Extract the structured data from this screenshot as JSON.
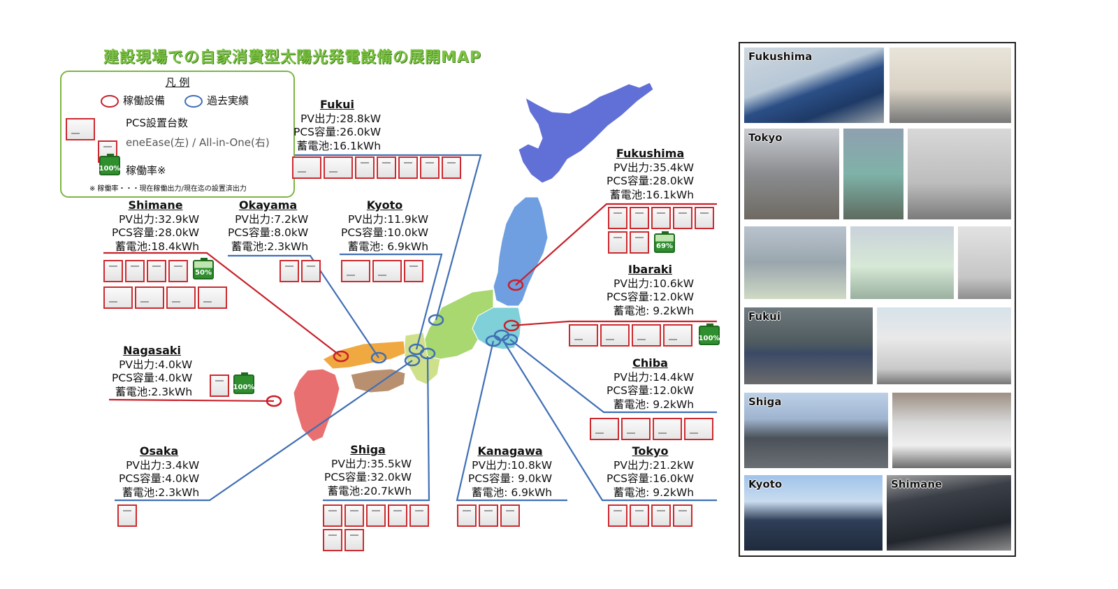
{
  "title": "建設現場での自家消費型太陽光発電設備の展開MAP",
  "legend": {
    "heading": "凡 例",
    "active_label": "稼働設備",
    "past_label": "過去実績",
    "pcs_label": "PCS設置台数",
    "pcs_types": "eneEase(左) / All-in-One(右)",
    "rate_label": "稼働率※",
    "rate_sample": "100%",
    "note": "※ 稼働率・・・現在稼働出力/現在迄の設置済出力"
  },
  "colors": {
    "active": "#c8202a",
    "past": "#3f6fb5",
    "title_green": "#7cc242",
    "battery": "#2f8f2f"
  },
  "sites": [
    {
      "id": "fukui",
      "name": "Fukui",
      "status": "past",
      "pv": "PV出力:28.8kW",
      "pcs": "PCS容量:26.0kW",
      "bat": "蓄電池:16.1kWh",
      "units_wide": 2,
      "units_tall": 5
    },
    {
      "id": "fukushima",
      "name": "Fukushima",
      "status": "active",
      "pv": "PV出力:35.4kW",
      "pcs": "PCS容量:28.0kW",
      "bat": "蓄電池:16.1kWh",
      "units_tall": 7,
      "rate": "69%",
      "rate_value": 0.69
    },
    {
      "id": "shimane",
      "name": "Shimane",
      "status": "active",
      "pv": "PV出力:32.9kW",
      "pcs": "PCS容量:28.0kW",
      "bat": "蓄電池:18.4kWh",
      "units_tall": 4,
      "units_wide": 4,
      "rate": "50%",
      "rate_value": 0.5
    },
    {
      "id": "okayama",
      "name": "Okayama",
      "status": "past",
      "pv": "PV出力:7.2kW",
      "pcs": "PCS容量:8.0kW",
      "bat": "蓄電池:2.3kWh",
      "units_tall": 2
    },
    {
      "id": "kyoto",
      "name": "Kyoto",
      "status": "past",
      "pv": "PV出力:11.9kW",
      "pcs": "PCS容量:10.0kW",
      "bat": "蓄電池:  6.9kWh",
      "units_wide": 2,
      "units_tall": 1
    },
    {
      "id": "ibaraki",
      "name": "Ibaraki",
      "status": "active",
      "pv": "PV出力:10.6kW",
      "pcs": "PCS容量:12.0kW",
      "bat": "蓄電池:  9.2kWh",
      "units_wide": 4,
      "rate": "100%",
      "rate_value": 1.0
    },
    {
      "id": "nagasaki",
      "name": "Nagasaki",
      "status": "active",
      "pv": "PV出力:4.0kW",
      "pcs": "PCS容量:4.0kW",
      "bat": "蓄電池:2.3kWh",
      "units_tall": 1,
      "rate": "100%",
      "rate_value": 1.0
    },
    {
      "id": "chiba",
      "name": "Chiba",
      "status": "past",
      "pv": "PV出力:14.4kW",
      "pcs": "PCS容量:12.0kW",
      "bat": "蓄電池:  9.2kWh",
      "units_wide": 4
    },
    {
      "id": "osaka",
      "name": "Osaka",
      "status": "past",
      "pv": "PV出力:3.4kW",
      "pcs": "PCS容量:4.0kW",
      "bat": "蓄電池:2.3kWh",
      "units_tall": 1
    },
    {
      "id": "shiga",
      "name": "Shiga",
      "status": "past",
      "pv": "PV出力:35.5kW",
      "pcs": "PCS容量:32.0kW",
      "bat": "蓄電池:20.7kWh",
      "units_tall": 7
    },
    {
      "id": "kanagawa",
      "name": "Kanagawa",
      "status": "past",
      "pv": "PV出力:10.8kW",
      "pcs": "PCS容量:  9.0kW",
      "bat": "蓄電池:  6.9kWh",
      "units_tall": 3
    },
    {
      "id": "tokyo",
      "name": "Tokyo",
      "status": "past",
      "pv": "PV出力:21.2kW",
      "pcs": "PCS容量:16.0kW",
      "bat": "蓄電池:  9.2kWh",
      "units_tall": 4
    }
  ],
  "photo_captions": [
    "Fukushima",
    "Tokyo",
    "Fukui",
    "Shiga",
    "Kyoto",
    "Shimane"
  ]
}
